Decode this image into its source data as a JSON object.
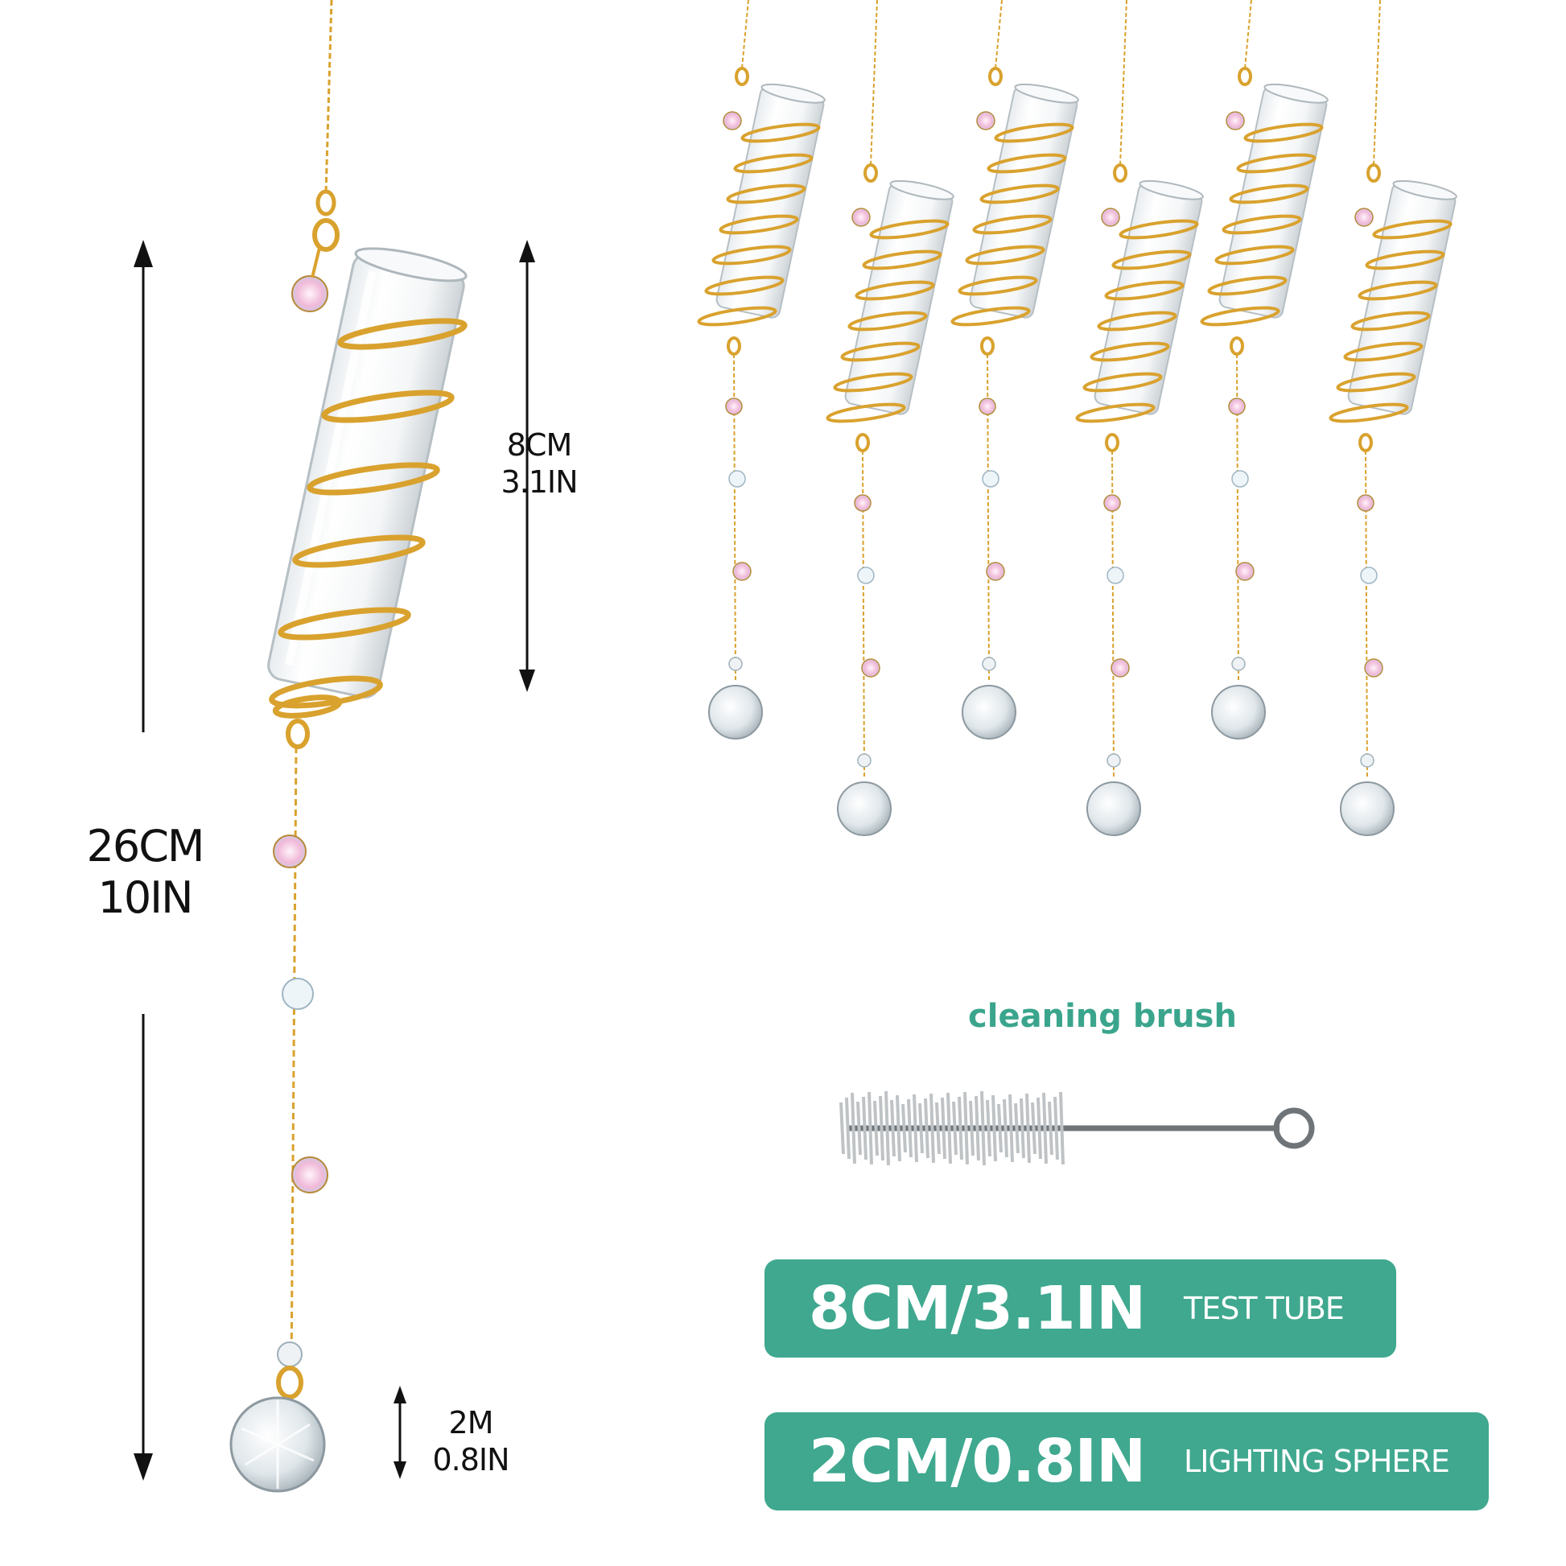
{
  "dimensions": {
    "overall_cm": "26CM",
    "overall_in": "10IN",
    "tube_cm": "8CM",
    "tube_in": "3.1IN",
    "sphere_cm": "2M",
    "sphere_in": "0.8IN"
  },
  "brush": {
    "title": "cleaning brush"
  },
  "specs": [
    {
      "size": "8CM/3.1IN",
      "label": "TEST TUBE"
    },
    {
      "size": "2CM/0.8IN",
      "label": "LIGHTING SPHERE"
    }
  ],
  "colors": {
    "accent": "#3fa88f",
    "gold": "#d9a22e",
    "text": "#111111"
  },
  "product_count": 6
}
